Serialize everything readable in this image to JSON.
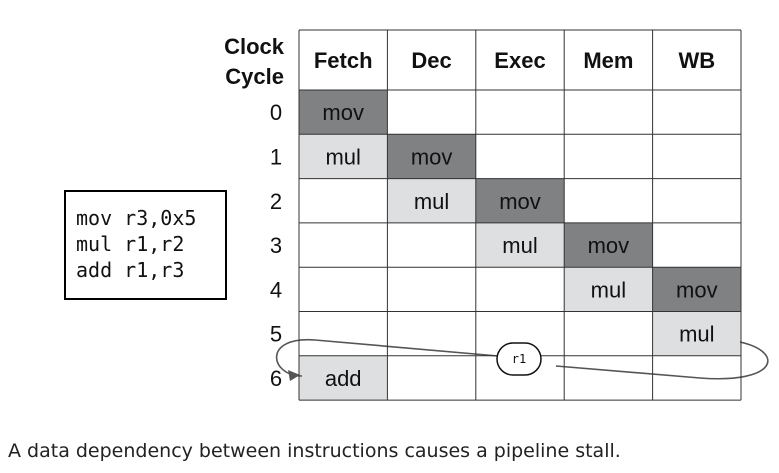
{
  "row_header_label": [
    "Clock",
    "Cycle"
  ],
  "stages": [
    "Fetch",
    "Dec",
    "Exec",
    "Mem",
    "WB"
  ],
  "cycles": [
    "0",
    "1",
    "2",
    "3",
    "4",
    "5",
    "6"
  ],
  "grid": [
    [
      "mov",
      "",
      "",
      "",
      ""
    ],
    [
      "mul",
      "mov",
      "",
      "",
      ""
    ],
    [
      "",
      "mul",
      "mov",
      "",
      ""
    ],
    [
      "",
      "",
      "mul",
      "mov",
      ""
    ],
    [
      "",
      "",
      "",
      "mul",
      "mov"
    ],
    [
      "",
      "",
      "",
      "",
      "mul"
    ],
    [
      "add",
      "",
      "",
      "",
      ""
    ]
  ],
  "shading": {
    "mov": "#808183",
    "mul": "#dedfe0",
    "add": "#dedfe0"
  },
  "code": [
    "mov r3,0x5",
    "mul r1,r2",
    "add r1,r3"
  ],
  "dependency_label": "r1",
  "caption": "A data dependency between instructions causes a pipeline stall."
}
